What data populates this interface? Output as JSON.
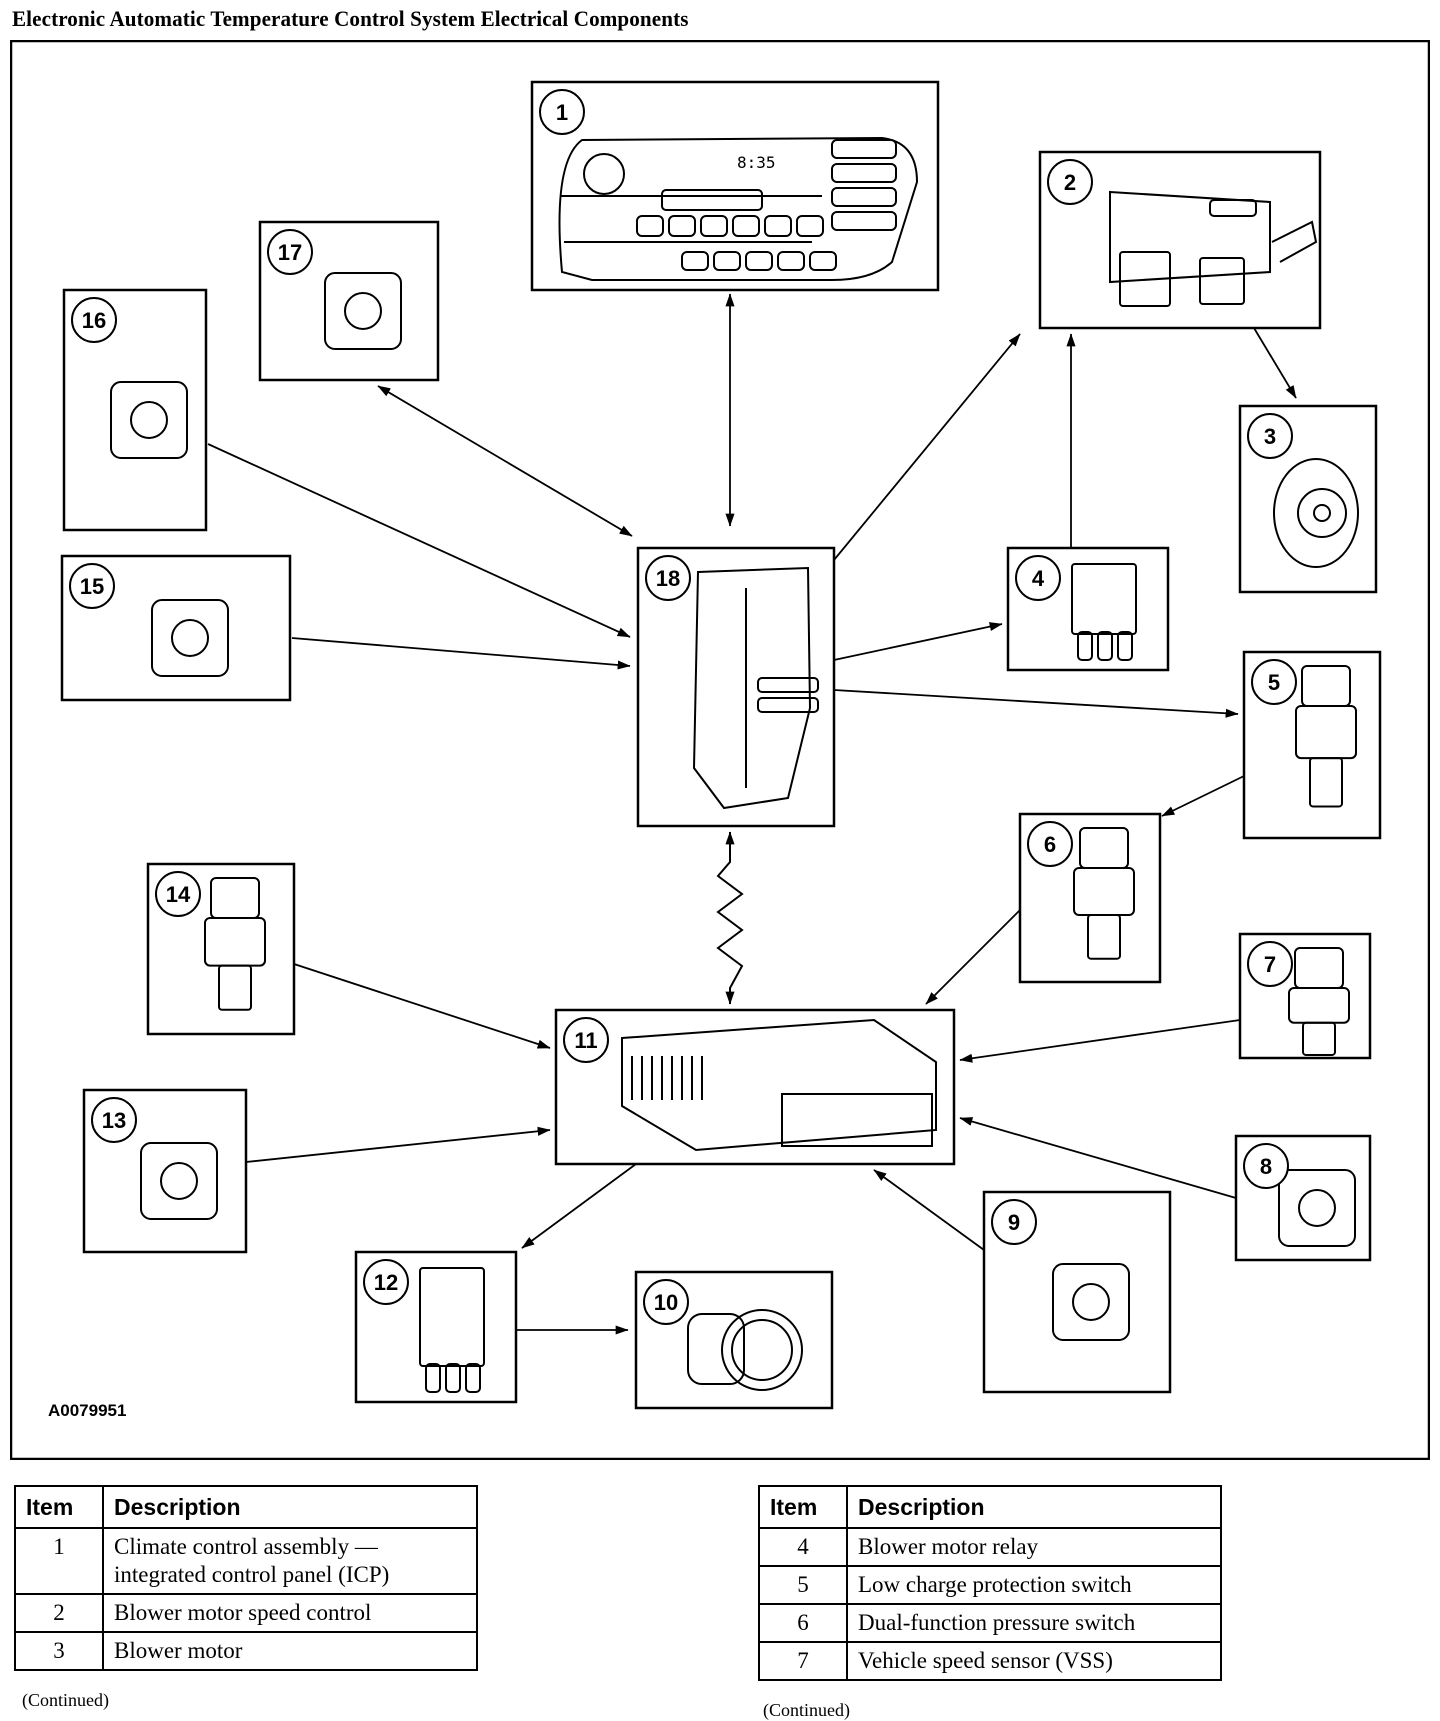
{
  "page": {
    "title": "Electronic Automatic Temperature Control System Electrical Components",
    "figure_id": "A0079951",
    "continued_label": "(Continued)"
  },
  "diagram": {
    "components": [
      {
        "id": "1",
        "name": "climate-control-assembly-icp"
      },
      {
        "id": "2",
        "name": "blower-motor-speed-control"
      },
      {
        "id": "3",
        "name": "blower-motor"
      },
      {
        "id": "4",
        "name": "blower-motor-relay"
      },
      {
        "id": "5",
        "name": "low-charge-protection-switch"
      },
      {
        "id": "6",
        "name": "dual-function-pressure-switch"
      },
      {
        "id": "7",
        "name": "vehicle-speed-sensor"
      },
      {
        "id": "8",
        "name": "component-8"
      },
      {
        "id": "9",
        "name": "component-9"
      },
      {
        "id": "10",
        "name": "component-10"
      },
      {
        "id": "11",
        "name": "component-11"
      },
      {
        "id": "12",
        "name": "component-12"
      },
      {
        "id": "13",
        "name": "component-13"
      },
      {
        "id": "14",
        "name": "component-14"
      },
      {
        "id": "15",
        "name": "component-15"
      },
      {
        "id": "16",
        "name": "component-16"
      },
      {
        "id": "17",
        "name": "component-17"
      },
      {
        "id": "18",
        "name": "component-18"
      }
    ],
    "icp_display_time": "8:35",
    "connections": [
      {
        "from": "18",
        "to": "1",
        "type": "bidirectional"
      },
      {
        "from": "18",
        "to": "17",
        "type": "bidirectional"
      },
      {
        "from": "16",
        "to": "18",
        "type": "arrow"
      },
      {
        "from": "15",
        "to": "18",
        "type": "arrow"
      },
      {
        "from": "18",
        "to": "2",
        "type": "arrow"
      },
      {
        "from": "4",
        "to": "2",
        "type": "arrow"
      },
      {
        "from": "2",
        "to": "3",
        "type": "arrow"
      },
      {
        "from": "18",
        "to": "4",
        "type": "arrow"
      },
      {
        "from": "18",
        "to": "5",
        "type": "arrow"
      },
      {
        "from": "5",
        "to": "6",
        "type": "arrow"
      },
      {
        "from": "18",
        "to": "11",
        "type": "bidirectional-zigzag"
      },
      {
        "from": "6",
        "to": "11",
        "type": "arrow"
      },
      {
        "from": "7",
        "to": "11",
        "type": "arrow"
      },
      {
        "from": "8",
        "to": "11",
        "type": "arrow"
      },
      {
        "from": "9",
        "to": "11",
        "type": "arrow"
      },
      {
        "from": "14",
        "to": "11",
        "type": "arrow"
      },
      {
        "from": "13",
        "to": "11",
        "type": "arrow"
      },
      {
        "from": "11",
        "to": "12",
        "type": "arrow"
      },
      {
        "from": "12",
        "to": "10",
        "type": "arrow"
      }
    ]
  },
  "legend_tables": [
    {
      "headers": {
        "item": "Item",
        "description": "Description"
      },
      "rows": [
        {
          "item": "1",
          "description": "Climate control assembly — integrated control panel (ICP)"
        },
        {
          "item": "2",
          "description": "Blower motor speed control"
        },
        {
          "item": "3",
          "description": "Blower motor"
        }
      ]
    },
    {
      "headers": {
        "item": "Item",
        "description": "Description"
      },
      "rows": [
        {
          "item": "4",
          "description": "Blower motor relay"
        },
        {
          "item": "5",
          "description": "Low charge protection switch"
        },
        {
          "item": "6",
          "description": "Dual-function pressure switch"
        },
        {
          "item": "7",
          "description": "Vehicle speed sensor (VSS)"
        }
      ]
    }
  ]
}
